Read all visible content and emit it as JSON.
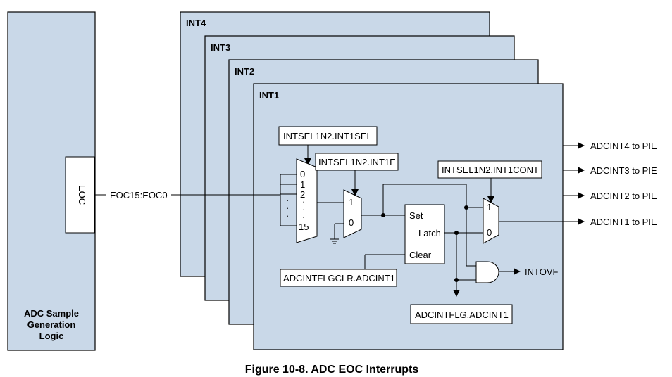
{
  "caption": "Figure 10-8. ADC EOC Interrupts",
  "adc_block": {
    "label_lines": [
      "ADC Sample",
      "Generation",
      "Logic"
    ],
    "eoc_label": "EOC"
  },
  "bus_label": "EOC15:EOC0",
  "panels": [
    "INT4",
    "INT3",
    "INT2",
    "INT1"
  ],
  "registers": {
    "int1sel": "INTSEL1N2.INT1SEL",
    "int1e": "INTSEL1N2.INT1E",
    "int1cont": "INTSEL1N2.INT1CONT",
    "flgclr": "ADCINTFLGCLR.ADCINT1",
    "flg": "ADCINTFLG.ADCINT1"
  },
  "mux16": {
    "inputs": [
      "0",
      "1",
      "2",
      "15"
    ],
    "dots": "·"
  },
  "mux2_enable": {
    "in1": "1",
    "in0": "0"
  },
  "mux2_cont": {
    "in1": "1",
    "in0": "0"
  },
  "latch": {
    "set": "Set",
    "latch": "Latch",
    "clear": "Clear"
  },
  "outputs": [
    "ADCINT4 to PIE",
    "ADCINT3 to PIE",
    "ADCINT2 to PIE",
    "ADCINT1 to PIE"
  ],
  "overflow_output": "INTOVF"
}
